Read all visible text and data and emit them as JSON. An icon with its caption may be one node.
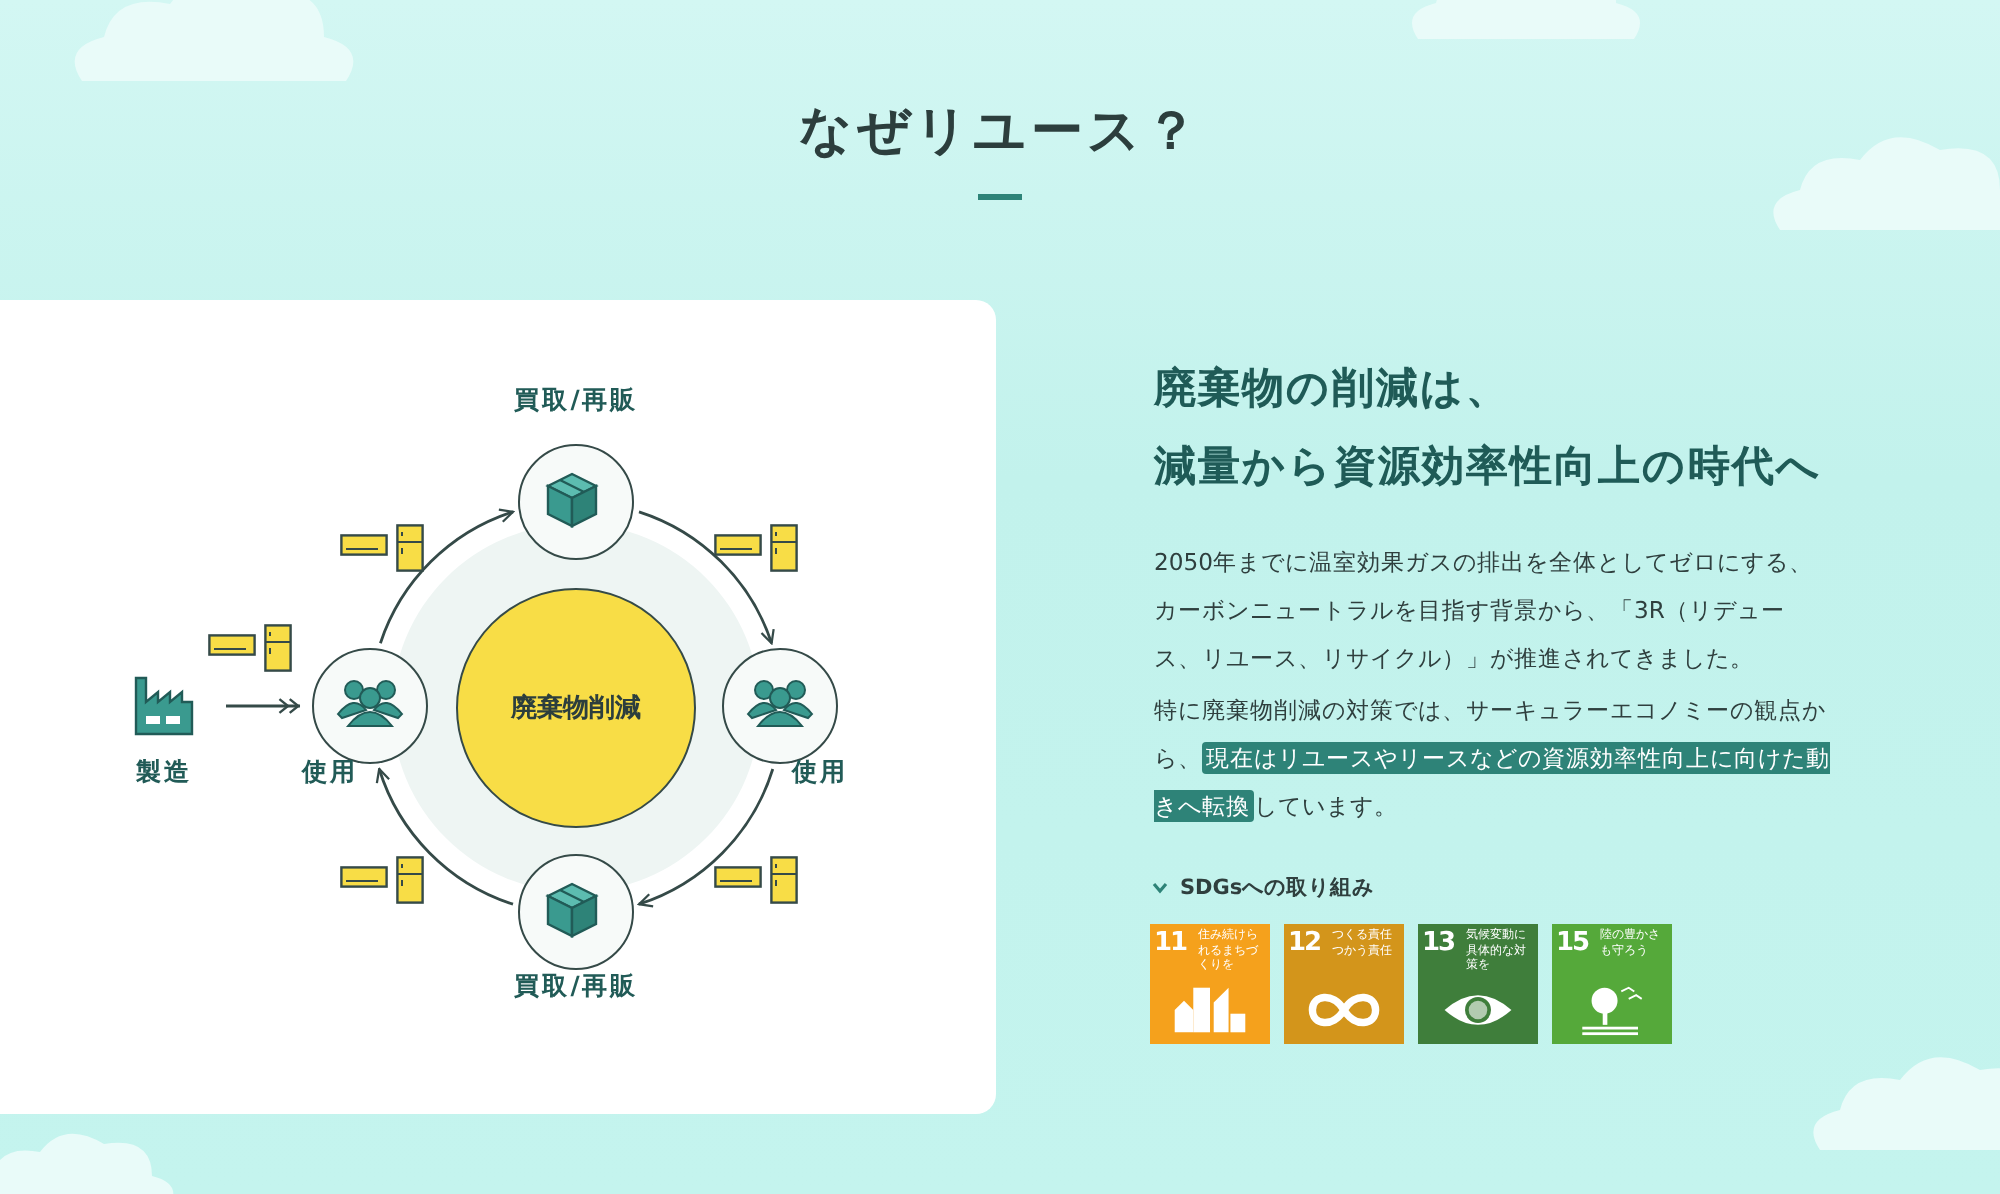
{
  "diagram": {
    "title": "なぜリユース？",
    "nodes": [
      {
        "text": [
          "買取/再販"
        ]
      },
      {
        "text": [
          "製造"
        ]
      },
      {
        "text": [
          "使用"
        ]
      },
      {
        "text": [
          "廃棄物削減"
        ]
      },
      {
        "text": [
          "使用"
        ]
      },
      {
        "text": [
          "買取/再販"
        ]
      }
    ],
    "edges": [
      {
        "from": 1,
        "to": 2,
        "arrow": "to"
      },
      {
        "from": 2,
        "to": 0,
        "arrow": "to"
      },
      {
        "from": 0,
        "to": 4,
        "arrow": "to"
      },
      {
        "from": 4,
        "to": 5,
        "arrow": "to"
      },
      {
        "from": 5,
        "to": 2,
        "arrow": "to"
      }
    ],
    "labels": [
      "廃棄物の削減は、",
      "減量から資源効率性向上の時代へ",
      "2050年までに温室効果ガスの排出を全体としてゼロにする、カーボンニュートラルを目指す背景から、「3R（リデュース、リユース、リサイクル）」が推進されてきました。",
      "特に廃棄物削減の対策では、サーキュラーエコノミーの観点から、**現在はリユースやリースなどの資源効率性向上に向けた動きへ転換**しています。",
      "SDGsへの取り組み",
      "11",
      "住み続けられるまちづくりを",
      "12",
      "つくる責任つかう責任",
      "13",
      "気候変動に具体的な対策を",
      "15",
      "陸の豊かさも守ろう"
    ]
  }
}
